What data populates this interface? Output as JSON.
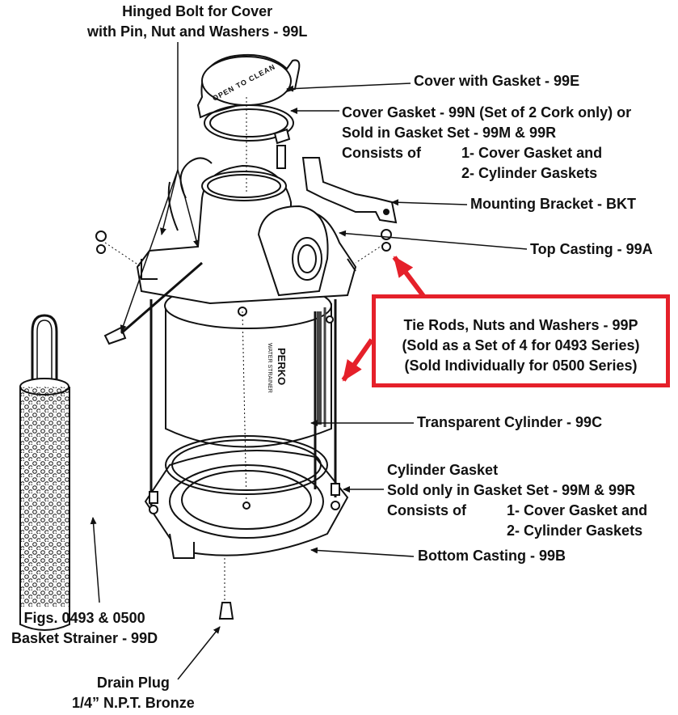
{
  "colors": {
    "ink": "#111111",
    "highlight": "#e5202a",
    "background": "#ffffff"
  },
  "diagram": {
    "cover_stamp": "OPEN TO CLEAN",
    "cylinder_brand": "PERKO",
    "cylinder_model": "WATER STRAINER"
  },
  "labels": {
    "hinged_bolt": [
      "Hinged Bolt for Cover",
      "with Pin, Nut and Washers - 99L"
    ],
    "cover": "Cover with Gasket - 99E",
    "cover_gasket": [
      "Cover Gasket - 99N (Set of 2 Cork only) or",
      "Sold in Gasket Set - 99M & 99R"
    ],
    "cover_gasket_consists": {
      "prefix": "Consists of",
      "items": [
        "1- Cover Gasket and",
        "2- Cylinder Gaskets"
      ]
    },
    "mounting_bracket": "Mounting Bracket - BKT",
    "top_casting": "Top Casting - 99A",
    "tie_rods": [
      "Tie Rods, Nuts and Washers - 99P",
      "(Sold as a Set of 4 for 0493 Series)",
      "(Sold Individually for 0500 Series)"
    ],
    "cylinder": "Transparent Cylinder - 99C",
    "cylinder_gasket": [
      "Cylinder Gasket",
      "Sold only in Gasket Set - 99M & 99R"
    ],
    "cylinder_gasket_consists": {
      "prefix": "Consists of",
      "items": [
        "1- Cover Gasket and",
        "2- Cylinder Gaskets"
      ]
    },
    "bottom_casting": "Bottom Casting - 99B",
    "basket": [
      "Figs. 0493 & 0500",
      "Basket Strainer - 99D"
    ],
    "drain_plug": [
      "Drain Plug",
      "1/4” N.P.T. Bronze"
    ]
  }
}
